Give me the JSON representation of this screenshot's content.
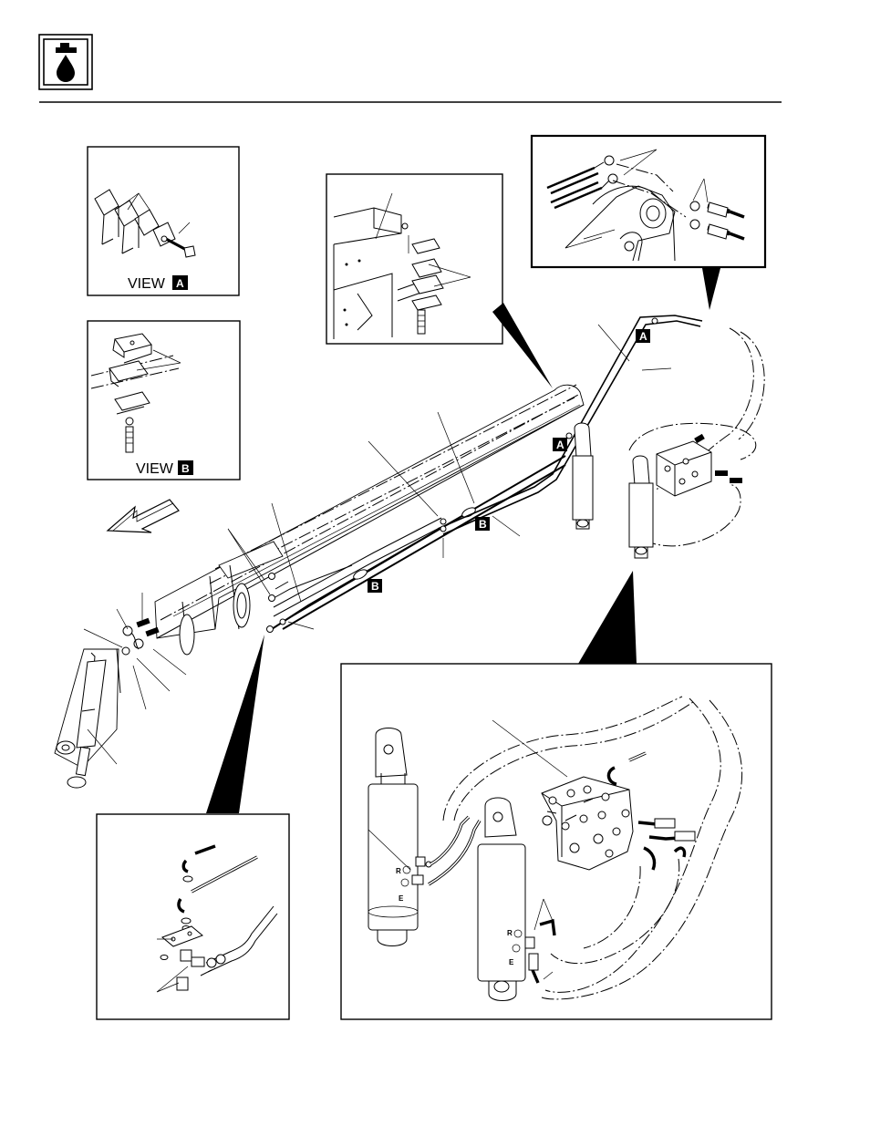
{
  "header": {
    "icon": "hydraulic-fluid-icon",
    "rule_color": "#000000"
  },
  "views": {
    "view_a": {
      "label": "VIEW",
      "tag": "A"
    },
    "view_b": {
      "label": "VIEW",
      "tag": "B"
    }
  },
  "callout_tags": {
    "tag_a": "A",
    "tag_b": "B"
  },
  "cylinder_ports": {
    "rod_end": "R",
    "extend_end": "E"
  },
  "colors": {
    "ink": "#000000",
    "paper": "#ffffff"
  }
}
